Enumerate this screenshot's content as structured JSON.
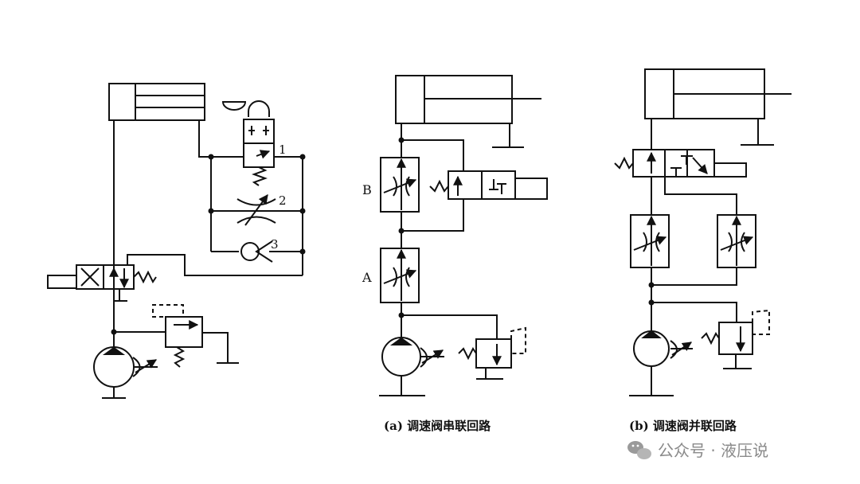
{
  "diagram": {
    "circuit_left": {
      "labels": [
        "1",
        "2",
        "3"
      ]
    },
    "circuit_series": {
      "labels": [
        "B",
        "A"
      ],
      "caption": "(a) 调速阀串联回路"
    },
    "circuit_parallel": {
      "caption": "(b) 调速阀并联回路"
    }
  },
  "watermark": {
    "text": "公众号 · 液压说",
    "icon": "wechat-icon"
  },
  "colors": {
    "line": "#111111",
    "watermark": "#8a8a8a",
    "background": "#ffffff"
  }
}
